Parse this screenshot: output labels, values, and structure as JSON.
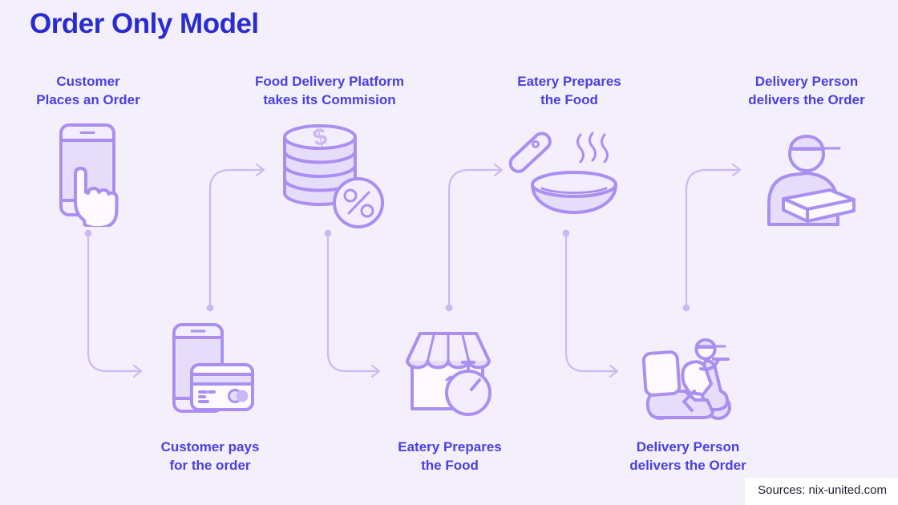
{
  "title": "Order Only Model",
  "source": "Sources: nix-united.com",
  "colors": {
    "bg": "#f4f0fb",
    "title": "#2a2bd0",
    "label": "#4a3fe0",
    "iconStroke": "#aa8ff0",
    "iconFillMid": "#e6ddfa",
    "iconFillLight": "#f3eefd",
    "iconFillWhite": "#fcfaff",
    "iconAccent": "#cbb8f4",
    "arrow": "#c8bbf3",
    "sourceBg": "#ffffff",
    "sourceText": "#241b31"
  },
  "steps": [
    {
      "label": "Customer\nPlaces an Order",
      "icon": "phone-tap-icon"
    },
    {
      "label": "Customer pays\nfor the order",
      "icon": "phone-card-icon"
    },
    {
      "label": "Food Delivery Platform\ntakes its Commision",
      "icon": "coins-percent-icon"
    },
    {
      "label": "Eatery Prepares\nthe Food",
      "icon": "storefront-timer-icon"
    },
    {
      "label": "Eatery Prepares\nthe Food",
      "icon": "frying-pan-icon"
    },
    {
      "label": "Delivery Person\ndelivers the Order",
      "icon": "scooter-courier-icon"
    },
    {
      "label": "Delivery Person\ndelivers the Order",
      "icon": "courier-box-icon"
    }
  ],
  "icon_symbols": {
    "dollar": "$"
  }
}
